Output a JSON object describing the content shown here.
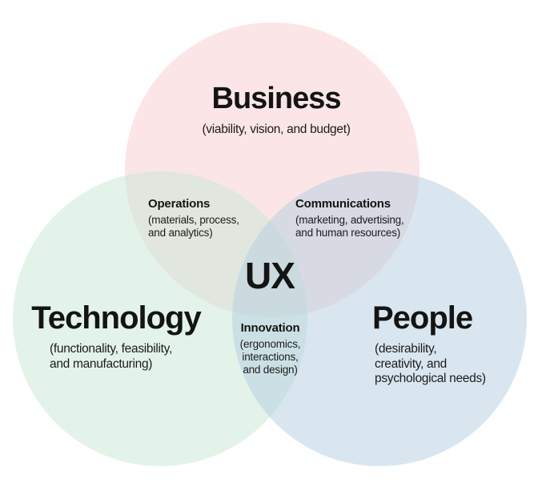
{
  "colors": {
    "business_fill": "#f7cbcf",
    "technology_fill": "#c7e7d5",
    "people_fill": "#b3cddf",
    "text": "#141414",
    "background": "#ffffff"
  },
  "center": {
    "label": "UX"
  },
  "circles": {
    "business": {
      "title": "Business",
      "subtitle": [
        "(viability, vision, and budget)"
      ]
    },
    "technology": {
      "title": "Technology",
      "subtitle": [
        "(functionality, feasibility,",
        "and manufacturing)"
      ]
    },
    "people": {
      "title": "People",
      "subtitle": [
        "(desirability,",
        "creativity, and",
        "psychological needs)"
      ]
    }
  },
  "overlaps": {
    "operations": {
      "title": "Operations",
      "subtitle": [
        "(materials, process,",
        "and analytics)"
      ]
    },
    "communications": {
      "title": "Communications",
      "subtitle": [
        "(marketing, advertising,",
        "and human resources)"
      ]
    },
    "innovation": {
      "title": "Innovation",
      "subtitle": [
        "(ergonomics,",
        "interactions,",
        "and design)"
      ]
    }
  }
}
